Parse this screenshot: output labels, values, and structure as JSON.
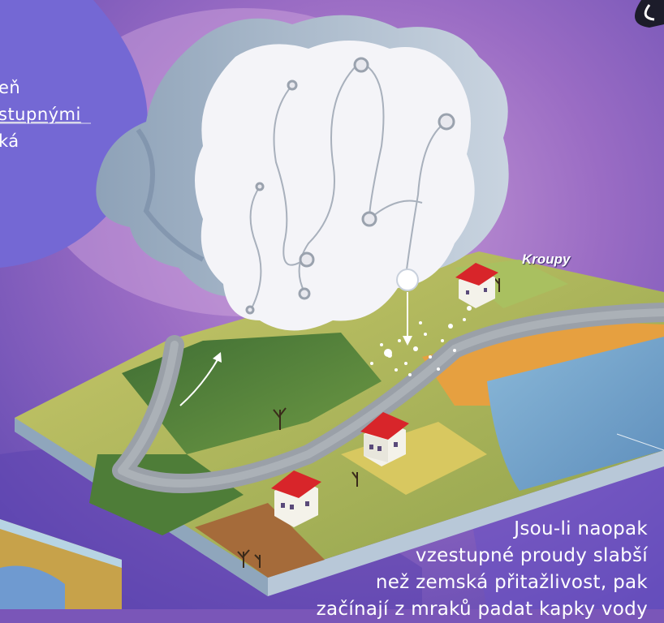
{
  "left_text": {
    "line1": "eň",
    "line2": "stupnými",
    "line3": "ká"
  },
  "label": "Kroupy",
  "right_text": {
    "line1": "Jsou-li naopak",
    "line2": "vzestupné proudy slabší",
    "line3": "než zemská přitažlivost, pak",
    "line4": "začínají z mraků padat kapky vody"
  },
  "colors": {
    "background_purple": "#7a56b8",
    "bubble_blue": "#7468d4",
    "cloud_white": "#f4f4f8",
    "roof_red": "#d8252a",
    "grass_green": "#5c8a3a",
    "river_grey": "#9aa0a8"
  }
}
